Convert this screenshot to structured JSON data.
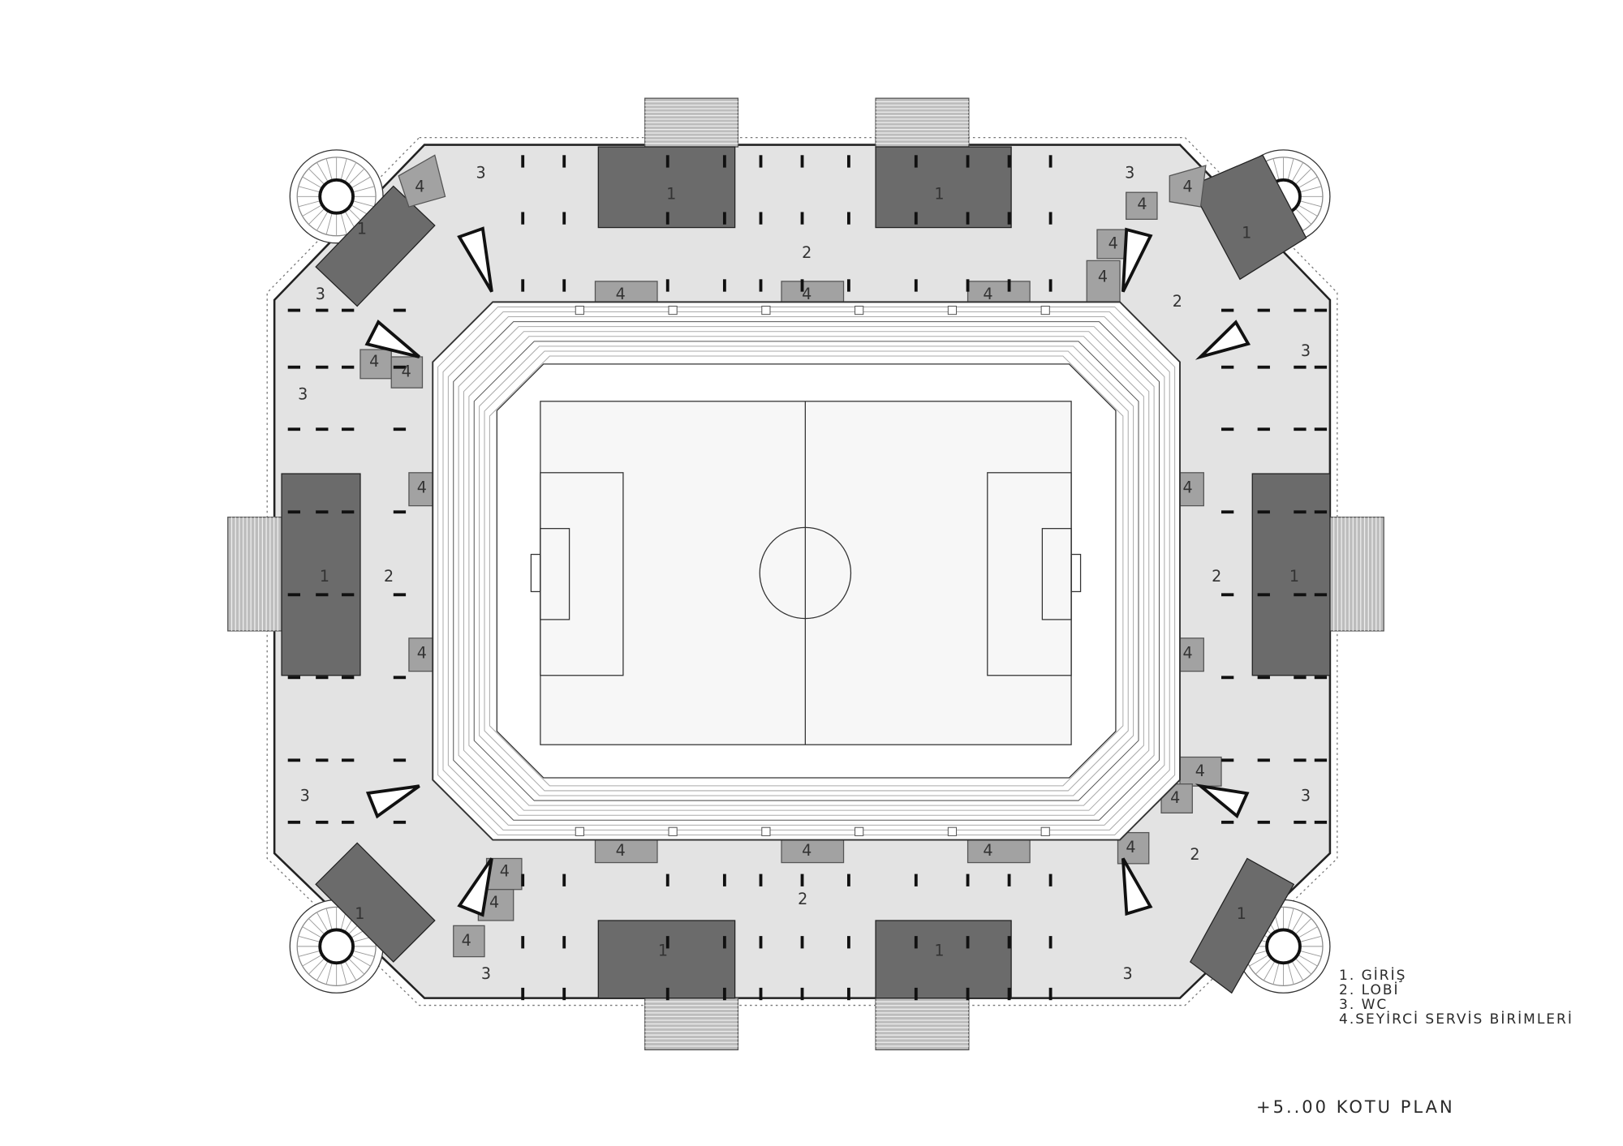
{
  "plan": {
    "title": "+5..00 KOTU PLAN",
    "legend": [
      "1.  GİRİŞ",
      "2. LOBİ",
      "3. WC",
      "4.SEYİRCİ SERVİS BİRİMLERİ"
    ],
    "room_codes": {
      "entrance": "1",
      "lobby": "2",
      "wc": "3",
      "service": "4"
    },
    "colors": {
      "floor": "#e3e3e3",
      "entrance": "#6b6b6b",
      "service": "#a2a2a2",
      "pitch": "#f7f7f7",
      "line": "#333333"
    }
  }
}
